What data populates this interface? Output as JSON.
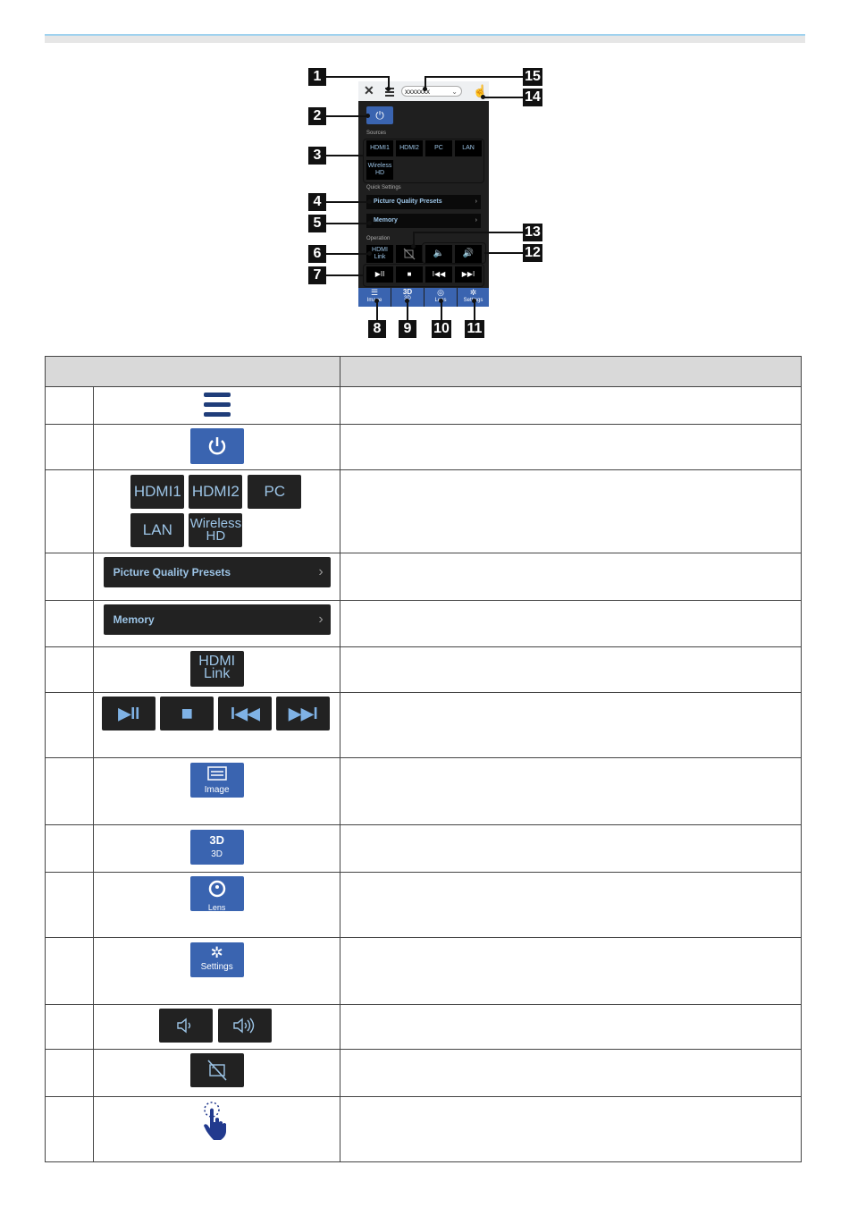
{
  "phone_ui": {
    "close": "✕",
    "selector_value": "xxxxxxx",
    "power_symbol": "⏻",
    "sources_label": "Sources",
    "source_buttons": [
      "HDMI1",
      "HDMI2",
      "PC",
      "LAN"
    ],
    "wireless_hd": [
      "Wireless",
      "HD"
    ],
    "quick_settings_label": "Quick Settings",
    "picture_quality_presets": "Picture Quality Presets",
    "memory": "Memory",
    "chevron": "›",
    "operation_label": "Operation",
    "hdmi_link": [
      "HDMI",
      "Link"
    ],
    "playback_symbols": [
      "▶II",
      "■",
      "I◀◀",
      "▶▶I"
    ],
    "nav_tabs": [
      "Image",
      "3D",
      "Lens",
      "Settings"
    ]
  },
  "callouts": [
    "1",
    "2",
    "3",
    "4",
    "5",
    "6",
    "7",
    "8",
    "9",
    "10",
    "11",
    "12",
    "13",
    "14",
    "15"
  ],
  "table": {
    "header": [
      "",
      ""
    ],
    "rows": [
      {
        "num": "",
        "icon": "menu-icon",
        "desc": ""
      },
      {
        "num": "",
        "icon": "power-icon",
        "desc": ""
      },
      {
        "num": "",
        "icon": "source-buttons",
        "desc": ""
      },
      {
        "num": "",
        "icon": "picture-quality-presets-bar",
        "desc": ""
      },
      {
        "num": "",
        "icon": "memory-bar",
        "desc": ""
      },
      {
        "num": "",
        "icon": "hdmi-link-button",
        "desc": ""
      },
      {
        "num": "",
        "icon": "playback-buttons",
        "desc": ""
      },
      {
        "num": "",
        "icon": "image-tab-button",
        "desc": ""
      },
      {
        "num": "",
        "icon": "3d-tab-button",
        "desc": ""
      },
      {
        "num": "",
        "icon": "lens-tab-button",
        "desc": ""
      },
      {
        "num": "",
        "icon": "settings-tab-button",
        "desc": ""
      },
      {
        "num": "",
        "icon": "volume-buttons",
        "desc": ""
      },
      {
        "num": "",
        "icon": "av-mute-button",
        "desc": ""
      },
      {
        "num": "",
        "icon": "touch-hand-icon",
        "desc": ""
      }
    ]
  },
  "buttons": {
    "hdmi1": "HDMI1",
    "hdmi2": "HDMI2",
    "pc": "PC",
    "lan": "LAN",
    "wireless": "Wireless",
    "hd": "HD",
    "pqp": "Picture Quality Presets",
    "memory": "Memory",
    "chevron": "›",
    "hdmi": "HDMI",
    "link": "Link",
    "image": "Image",
    "three_d": "3D",
    "lens": "Lens",
    "settings": "Settings",
    "play_pause": "▶II",
    "stop": "■",
    "prev": "I◀◀",
    "next": "▶▶I"
  },
  "colors": {
    "accent_blue": "#3a64b0",
    "dark_button": "#222222",
    "button_text": "#9cc4e6",
    "hand_icon": "#223a8e"
  }
}
